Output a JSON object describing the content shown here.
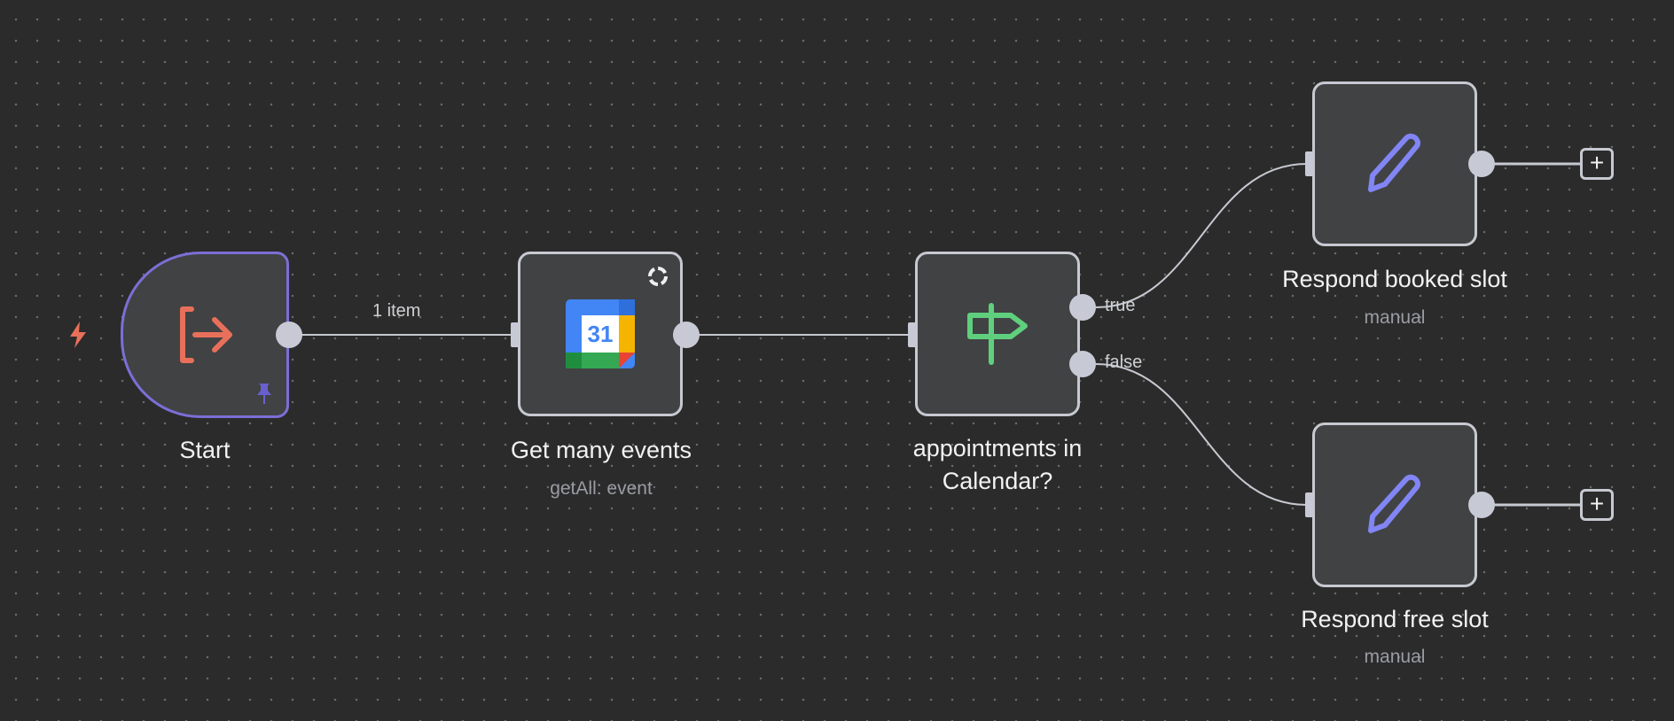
{
  "nodes": {
    "start": {
      "title": "Start",
      "icon": "exit-arrow-icon"
    },
    "get_events": {
      "title": "Get many events",
      "subtitle": "getAll: event",
      "icon": "google-calendar-icon",
      "calendar_day": "31"
    },
    "if_node": {
      "title": "appointments in Calendar?",
      "icon": "signpost-icon"
    },
    "booked": {
      "title": "Respond booked slot",
      "subtitle": "manual",
      "icon": "pencil-icon"
    },
    "free": {
      "title": "Respond free slot",
      "subtitle": "manual",
      "icon": "pencil-icon"
    }
  },
  "connections": {
    "start_to_get": {
      "label": "1 item"
    },
    "true_label": "true",
    "false_label": "false"
  },
  "add_button_label": "+",
  "colors": {
    "trigger_border": "#7b6fd6",
    "start_icon": "#e8705a",
    "if_icon": "#5fcf7d",
    "pencil": "#8285f4"
  }
}
